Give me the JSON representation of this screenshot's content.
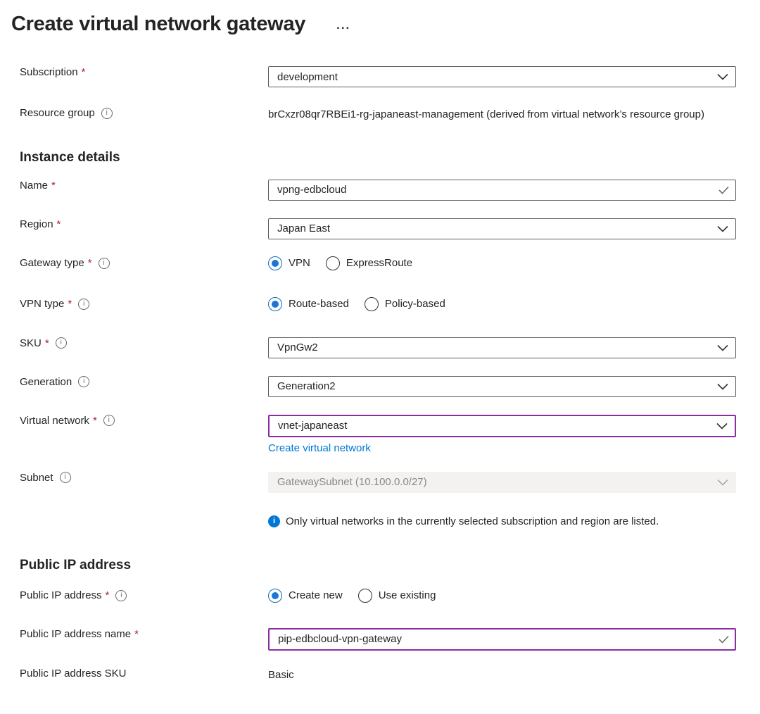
{
  "header": {
    "title": "Create virtual network gateway",
    "more_label": "..."
  },
  "strings": {
    "required_marker": "*",
    "info_glyph": "i"
  },
  "colors": {
    "accent_blue": "#0078d4",
    "modified_purple": "#8a2da5",
    "required_red": "#a4262c",
    "border_gray": "#605e5c",
    "disabled_bg": "#f3f2f1",
    "disabled_text": "#8a8886"
  },
  "form": {
    "subscription": {
      "label": "Subscription",
      "value": "development"
    },
    "resource_group": {
      "label": "Resource group",
      "value": "brCxzr08qr7RBEi1-rg-japaneast-management (derived from virtual network’s resource group)"
    },
    "instance_details_heading": "Instance details",
    "name": {
      "label": "Name",
      "value": "vpng-edbcloud"
    },
    "region": {
      "label": "Region",
      "value": "Japan East"
    },
    "gateway_type": {
      "label": "Gateway type",
      "options": [
        "VPN",
        "ExpressRoute"
      ],
      "selected": "VPN"
    },
    "vpn_type": {
      "label": "VPN type",
      "options": [
        "Route-based",
        "Policy-based"
      ],
      "selected": "Route-based"
    },
    "sku": {
      "label": "SKU",
      "value": "VpnGw2"
    },
    "generation": {
      "label": "Generation",
      "value": "Generation2"
    },
    "virtual_network": {
      "label": "Virtual network",
      "value": "vnet-japaneast",
      "link_label": "Create virtual network"
    },
    "subnet": {
      "label": "Subnet",
      "value": "GatewaySubnet (10.100.0.0/27)",
      "disabled": true
    },
    "info_note": "Only virtual networks in the currently selected subscription and region are listed.",
    "public_ip_heading": "Public IP address",
    "public_ip": {
      "label": "Public IP address",
      "options": [
        "Create new",
        "Use existing"
      ],
      "selected": "Create new"
    },
    "public_ip_name": {
      "label": "Public IP address name",
      "value": "pip-edbcloud-vpn-gateway"
    },
    "public_ip_sku": {
      "label": "Public IP address SKU",
      "value": "Basic"
    }
  }
}
